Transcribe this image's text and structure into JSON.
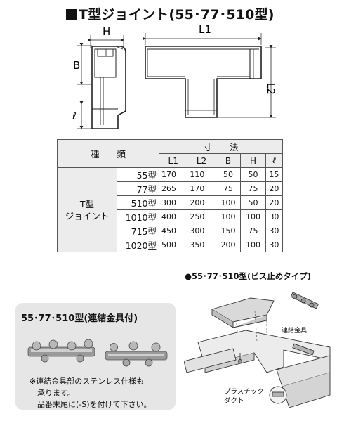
{
  "title": "T型ジョイント(55･77･510型)",
  "dims": {
    "H": "H",
    "B": "B",
    "l": "ℓ",
    "L1": "L1",
    "L2": "L2"
  },
  "table": {
    "col_type": "種　　類",
    "col_dims": "寸　　法",
    "subheaders": [
      "L1",
      "L2",
      "B",
      "H",
      "ℓ"
    ],
    "name_line1": "T型",
    "name_line2": "ジョイント",
    "rows": [
      {
        "model": "55型",
        "L1": "170",
        "L2": "110",
        "B": "50",
        "H": "50",
        "l": "15"
      },
      {
        "model": "77型",
        "L1": "265",
        "L2": "170",
        "B": "75",
        "H": "75",
        "l": "20"
      },
      {
        "model": "510型",
        "L1": "300",
        "L2": "200",
        "B": "100",
        "H": "50",
        "l": "20"
      },
      {
        "model": "1010型",
        "L1": "400",
        "L2": "250",
        "B": "100",
        "H": "100",
        "l": "30"
      },
      {
        "model": "715型",
        "L1": "450",
        "L2": "300",
        "B": "150",
        "H": "75",
        "l": "30"
      },
      {
        "model": "1020型",
        "L1": "500",
        "L2": "350",
        "B": "200",
        "H": "100",
        "l": "30"
      }
    ]
  },
  "caption_right": "●55･77･510型(ビス止めタイプ)",
  "box": {
    "title": "55･77･510型(連結金具付)",
    "note_line1": "※連結金具部のステンレス仕様も",
    "note_line2": "承ります。",
    "note_line3": "品番末尾に(-S)を付けて下さい。"
  },
  "labels": {
    "connector": "連結金具",
    "duct1": "プラスチック",
    "duct2": "ダクト"
  }
}
